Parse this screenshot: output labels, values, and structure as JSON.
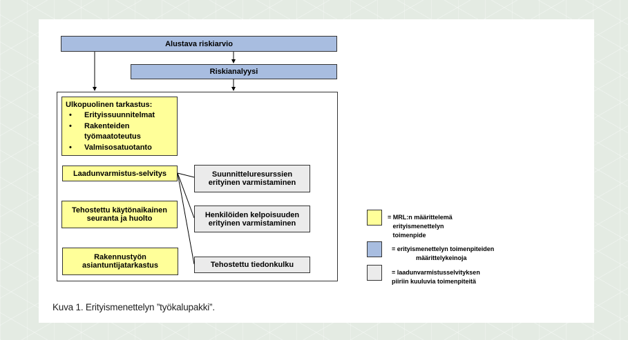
{
  "diagram": {
    "top_box": "Alustava riskiarvio",
    "second_box": "Riskianalyysi",
    "ulkopuolinen": {
      "title": "Ulkopuolinen tarkastus:",
      "items": [
        "Erityissuunnitelmat",
        "Rakenteiden työmaatoteutus",
        "Valmisosatuotanto"
      ]
    },
    "laadunvarmistus": "Laadunvarmistus-selvitys",
    "tehostettu_kaytonaikainen": "Tehostettu käytönaikainen seuranta ja huolto",
    "rakennustyon": "Rakennustyön asiantuntijatarkastus",
    "grey_boxes": [
      "Suunnitteluresurssien erityinen varmistaminen",
      "Henkilöiden kelpoisuuden erityinen varmistaminen",
      "Tehostettu tiedonkulku"
    ]
  },
  "legend": [
    {
      "color": "#ffff99",
      "text": "= MRL:n määrittelemä\n   erityismenettelyn\n   toimenpide"
    },
    {
      "color": "#a8bde0",
      "text": "= erityismenettelyn toimenpiteiden\n              määrittelykeinoja"
    },
    {
      "color": "#ebebeb",
      "text": "= laadunvarmistusselvityksen\npiiriin kuuluvia toimenpiteitä"
    }
  ],
  "caption": "Kuva 1. Erityismenettelyn ”työkalupakki”."
}
